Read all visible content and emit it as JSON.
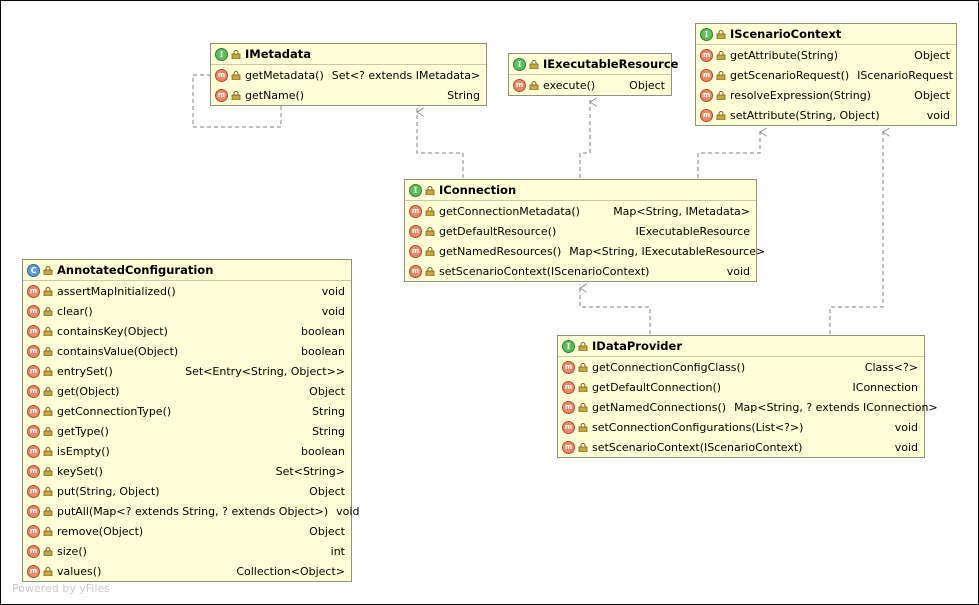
{
  "classes": {
    "imetadata": {
      "name": "IMetadata",
      "kind": "interface",
      "methods": [
        {
          "name": "getMetadata()",
          "type": "Set<? extends IMetadata>"
        },
        {
          "name": "getName()",
          "type": "String"
        }
      ]
    },
    "iexecutable": {
      "name": "IExecutableResource",
      "kind": "interface",
      "methods": [
        {
          "name": "execute()",
          "type": "Object"
        }
      ]
    },
    "iscenario": {
      "name": "IScenarioContext",
      "kind": "interface",
      "methods": [
        {
          "name": "getAttribute(String)",
          "type": "Object"
        },
        {
          "name": "getScenarioRequest()",
          "type": "IScenarioRequest"
        },
        {
          "name": "resolveExpression(String)",
          "type": "Object"
        },
        {
          "name": "setAttribute(String, Object)",
          "type": "void"
        }
      ]
    },
    "iconnection": {
      "name": "IConnection",
      "kind": "interface",
      "methods": [
        {
          "name": "getConnectionMetadata()",
          "type": "Map<String, IMetadata>"
        },
        {
          "name": "getDefaultResource()",
          "type": "IExecutableResource"
        },
        {
          "name": "getNamedResources()",
          "type": "Map<String, IExecutableResource>"
        },
        {
          "name": "setScenarioContext(IScenarioContext)",
          "type": "void"
        }
      ]
    },
    "idataprovider": {
      "name": "IDataProvider",
      "kind": "interface",
      "methods": [
        {
          "name": "getConnectionConfigClass()",
          "type": "Class<?>"
        },
        {
          "name": "getDefaultConnection()",
          "type": "IConnection"
        },
        {
          "name": "getNamedConnections()",
          "type": "Map<String, ? extends IConnection>"
        },
        {
          "name": "setConnectionConfigurations(List<?>)",
          "type": "void"
        },
        {
          "name": "setScenarioContext(IScenarioContext)",
          "type": "void"
        }
      ]
    },
    "annotated": {
      "name": "AnnotatedConfiguration",
      "kind": "class",
      "methods": [
        {
          "name": "assertMapInitialized()",
          "type": "void"
        },
        {
          "name": "clear()",
          "type": "void"
        },
        {
          "name": "containsKey(Object)",
          "type": "boolean"
        },
        {
          "name": "containsValue(Object)",
          "type": "boolean"
        },
        {
          "name": "entrySet()",
          "type": "Set<Entry<String, Object>>"
        },
        {
          "name": "get(Object)",
          "type": "Object"
        },
        {
          "name": "getConnectionType()",
          "type": "String"
        },
        {
          "name": "getType()",
          "type": "String"
        },
        {
          "name": "isEmpty()",
          "type": "boolean"
        },
        {
          "name": "keySet()",
          "type": "Set<String>"
        },
        {
          "name": "put(String, Object)",
          "type": "Object"
        },
        {
          "name": "putAll(Map<? extends String, ? extends Object>)",
          "type": "void"
        },
        {
          "name": "remove(Object)",
          "type": "Object"
        },
        {
          "name": "size()",
          "type": "int"
        },
        {
          "name": "values()",
          "type": "Collection<Object>"
        }
      ]
    }
  },
  "badges": {
    "interface": "I",
    "class": "C",
    "method": "m"
  },
  "colors": {
    "box_fill": "#ffffd7",
    "box_border": "#8f8f7a",
    "edge": "#808080"
  },
  "watermark": "Powered by yFiles"
}
